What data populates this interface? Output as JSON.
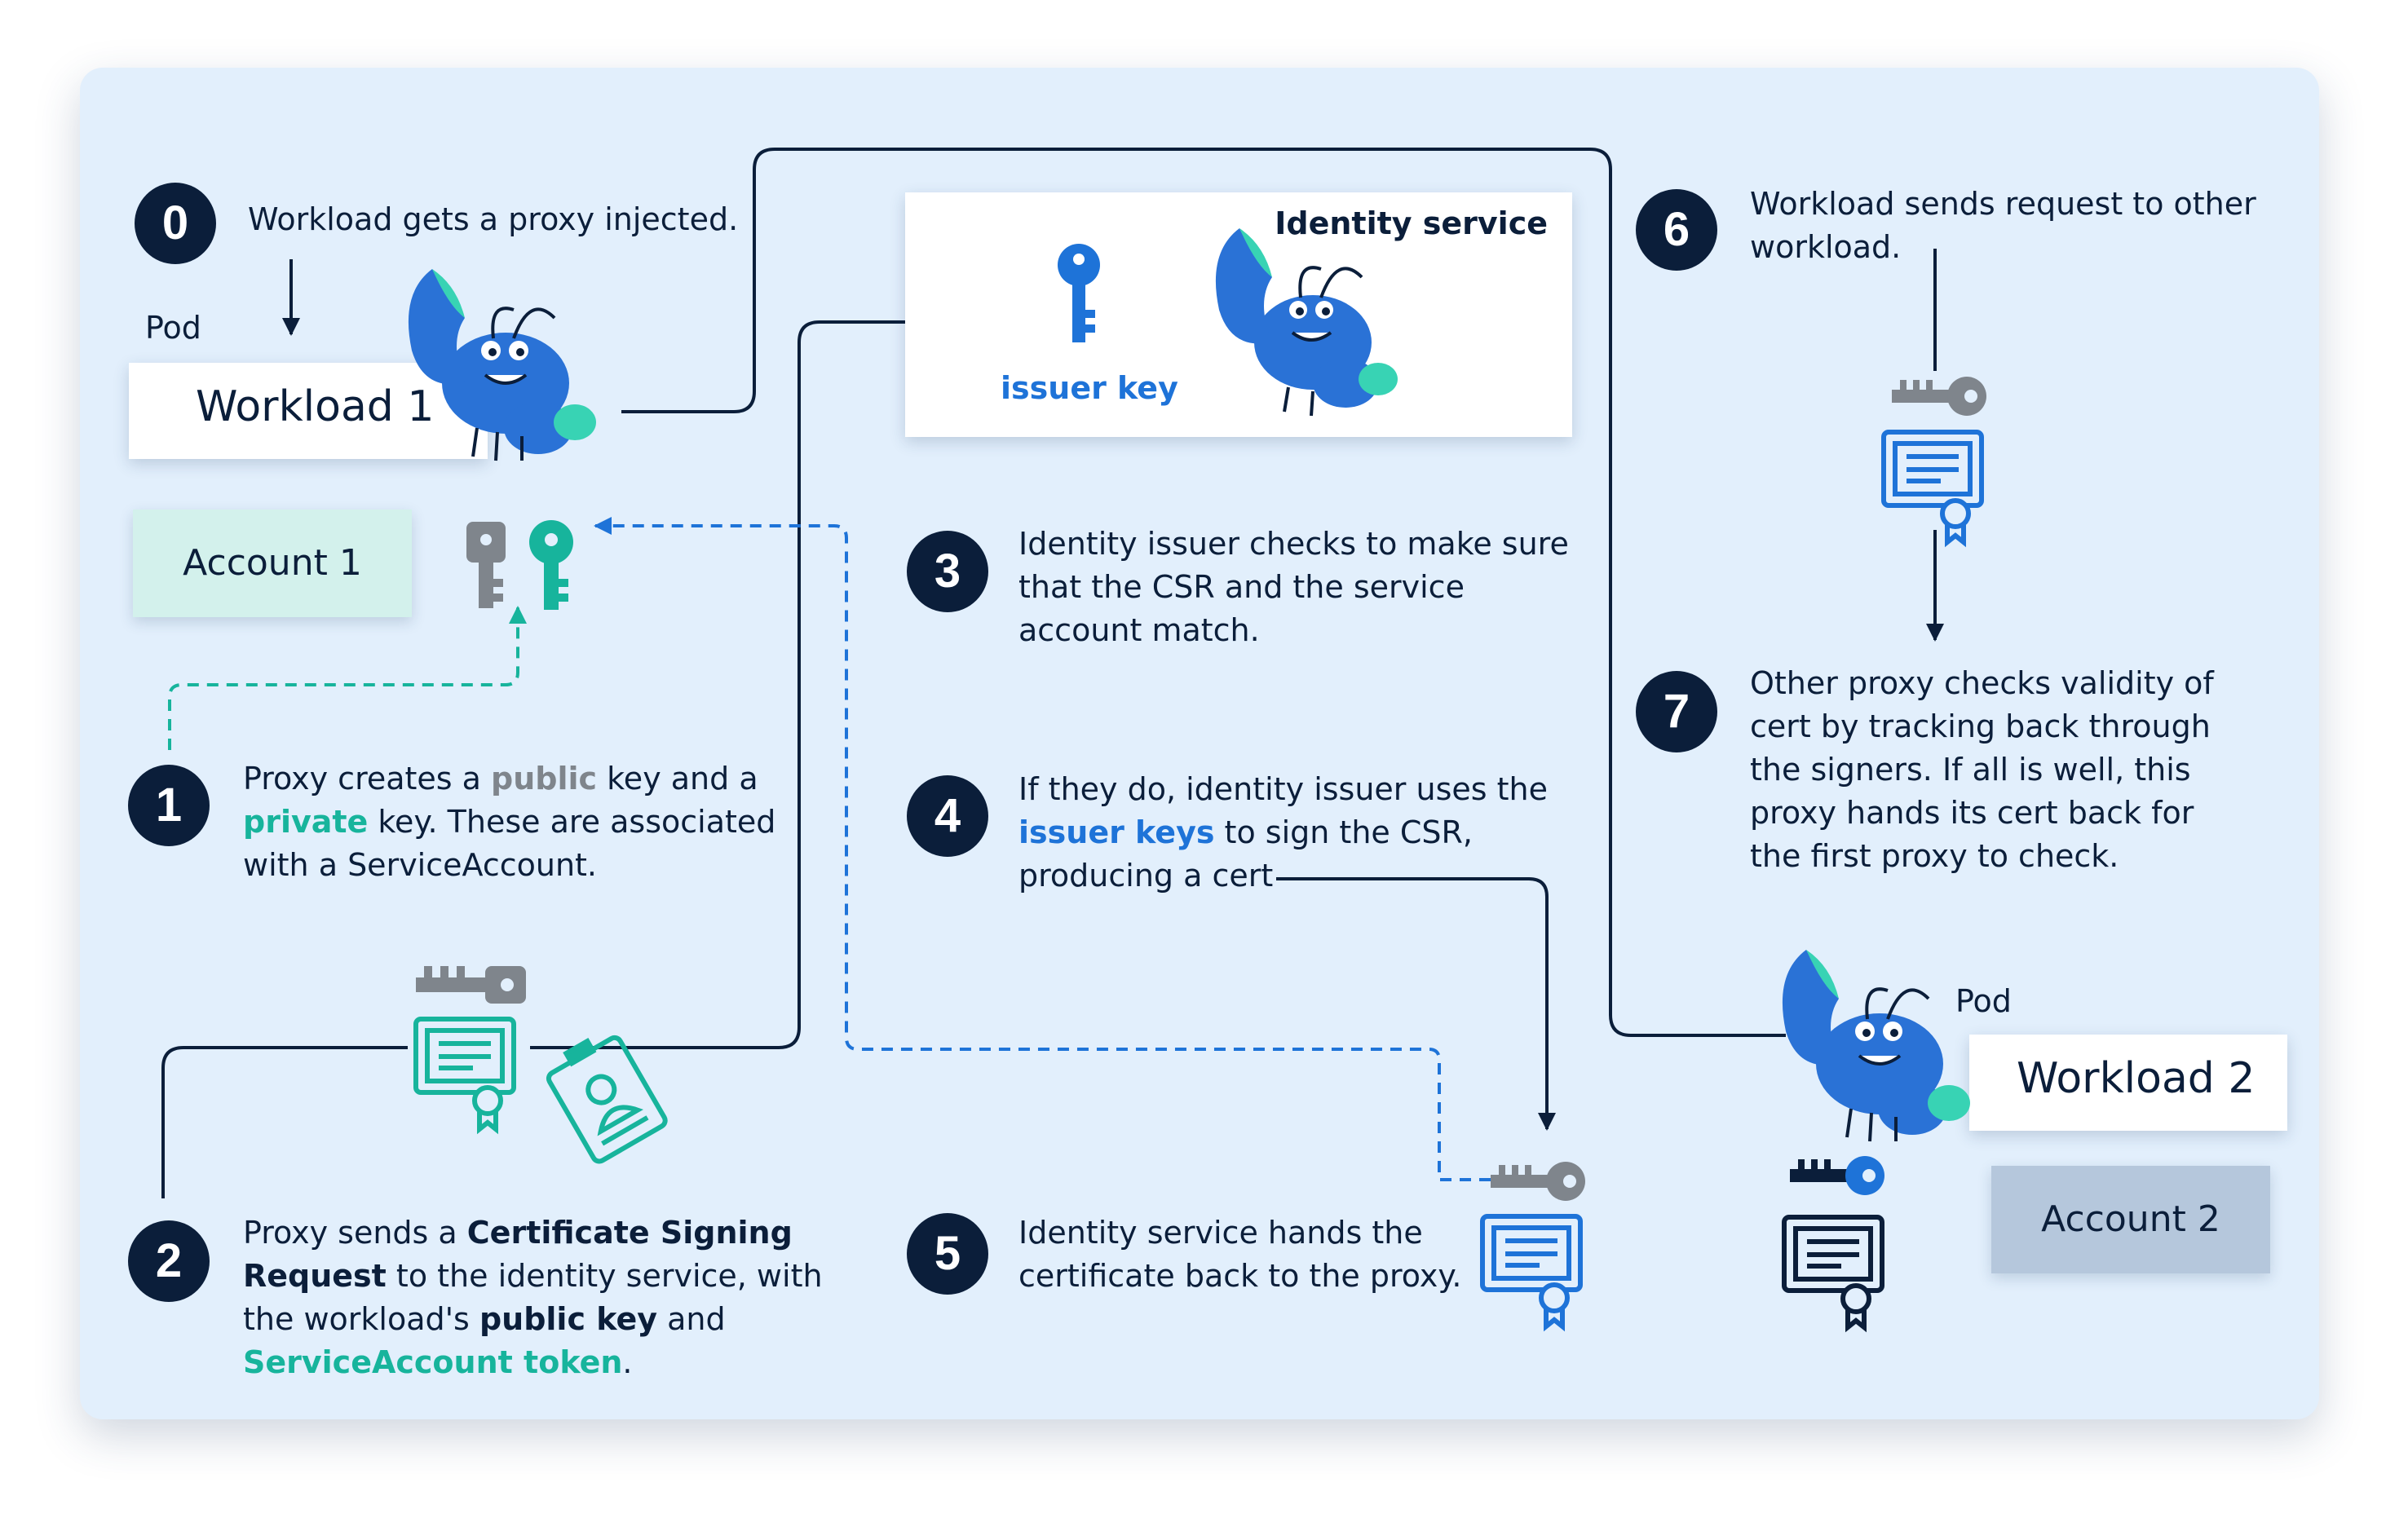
{
  "steps": {
    "s0": {
      "num": "0",
      "text": "Workload gets a proxy injected."
    },
    "s1": {
      "num": "1",
      "a": "Proxy creates a ",
      "public": "public",
      "b": " key and a",
      "private": "private",
      "c": " key. These are associated",
      "d": "with a ServiceAccount."
    },
    "s2": {
      "num": "2",
      "a": "Proxy sends a ",
      "csr1": "Certificate Signing",
      "csr2": "Request",
      "b": " to the identity service, with",
      "c": "the workload's ",
      "pubkey": "public key",
      "d": " and",
      "token": "ServiceAccount token",
      "e": "."
    },
    "s3": {
      "num": "3",
      "l1": "Identity issuer checks to make sure",
      "l2": "that the CSR and the service",
      "l3": "account match."
    },
    "s4": {
      "num": "4",
      "l1": "If they do, identity issuer uses the",
      "keys": "issuer keys",
      "l2b": " to sign the CSR,",
      "l3": "producing a cert"
    },
    "s5": {
      "num": "5",
      "l1": "Identity service hands the",
      "l2": "certificate back to the proxy."
    },
    "s6": {
      "num": "6",
      "l1": "Workload sends request to other",
      "l2": "workload."
    },
    "s7": {
      "num": "7",
      "l1": "Other proxy checks validity of",
      "l2": "cert by tracking back through",
      "l3": "the signers. If all is well, this",
      "l4": "proxy hands its cert back for",
      "l5": "the first proxy to check."
    }
  },
  "pod1": {
    "label": "Pod",
    "workload": "Workload 1",
    "account": "Account 1"
  },
  "pod2": {
    "label": "Pod",
    "workload": "Workload 2",
    "account": "Account 2"
  },
  "identity": {
    "title": "Identity service",
    "issuer_key": "issuer key"
  },
  "colors": {
    "navy": "#0b1e3a",
    "teal": "#17b49c",
    "blue": "#1e73d8",
    "gray": "#7f858c",
    "panel": "#e2effc",
    "account1_bg": "#d3f1ec",
    "account2_bg": "#b5c7dc"
  },
  "icons": [
    "lobster-mascot",
    "key-icon",
    "certificate-icon",
    "id-badge-icon"
  ]
}
